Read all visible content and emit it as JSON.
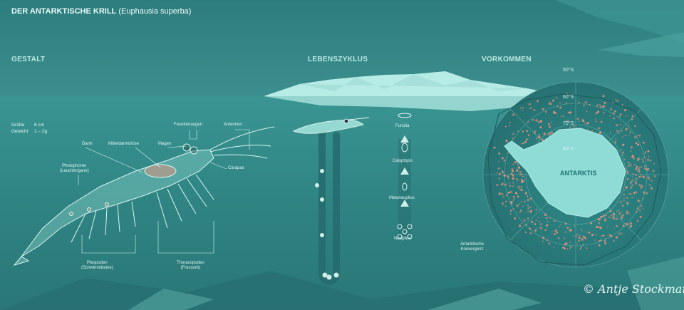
{
  "title": {
    "bold": "DER ANTARKTISCHE KRILL",
    "italic": "(Euphausia superba)"
  },
  "sections": {
    "gestalt": "GESTALT",
    "lebenszyklus": "LEBENSZYKLUS",
    "vorkommen": "VORKOMMEN"
  },
  "gestalt": {
    "size_label": "Größe",
    "size_value": "6 cm",
    "weight_label": "Gewicht",
    "weight_value": "1 – 2g",
    "facettenaugen": "Facettenaugen",
    "antennen": "Antennen",
    "darm": "Darm",
    "mitteldarmdruese": "Mitteldarmdrüse",
    "magen": "Magen",
    "photophoren": "Photophoren",
    "photophoren_sub": "(Leuchtorgane)",
    "carapax": "Carapax",
    "pleopoden": "Pleopoden",
    "pleopoden_sub": "(Schwimmbeine)",
    "thoracopoden": "Thoracopoden",
    "thoracopoden_sub": "(Fressorb)"
  },
  "lebenszyklus": {
    "furcilia": "Furcilia",
    "calyptopis": "Calyptopis",
    "metanauplius": "Metanauplius",
    "nauplius": "Nauplius"
  },
  "vorkommen": {
    "lat_50": "50°S",
    "lat_60": "60°S",
    "lat_70": "70°S",
    "lat_80": "80°S",
    "antarktis": "ANTARKTIS",
    "konvergenz": "Antarktische",
    "konvergenz_2": "Konvergenz"
  },
  "signature": "© Antje Stockmann",
  "colors": {
    "ocean": "#2f7f80",
    "ice": "#a9e6e0",
    "krill": "#9fe3da",
    "krill_dots": "#e8907c",
    "land": "#8fdcd6"
  }
}
